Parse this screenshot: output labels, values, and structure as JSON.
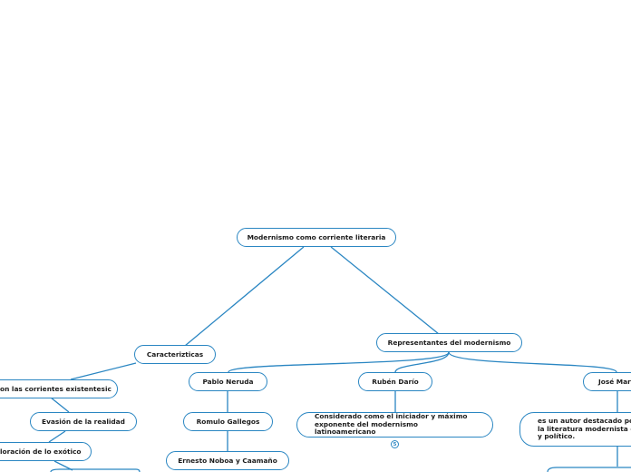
{
  "root": "Modernismo como corriente literaria",
  "caracteristicas": {
    "label": "Caracterizticas",
    "items": [
      "on las corrientes existentesic",
      "Evasión de la realidad",
      "loración de lo exótico"
    ]
  },
  "representantes": {
    "label": "Representantes del modernismo",
    "authors": [
      {
        "name": "Pablo Neruda",
        "children": [
          "Romulo Gallegos",
          "Ernesto Noboa y Caamaño"
        ]
      },
      {
        "name": "Rubén Darío",
        "children": [
          "Considerado como el iniciador y máximo exponente del modernismo latinoamericano"
        ],
        "badge": "5"
      },
      {
        "name": "José Mart",
        "children": [
          "es un autor destacado por la literatura modernista de y político."
        ]
      }
    ]
  },
  "colors": {
    "line": "#2a86c2",
    "node_border": "#2a86c2",
    "text": "#1b1b1b"
  }
}
